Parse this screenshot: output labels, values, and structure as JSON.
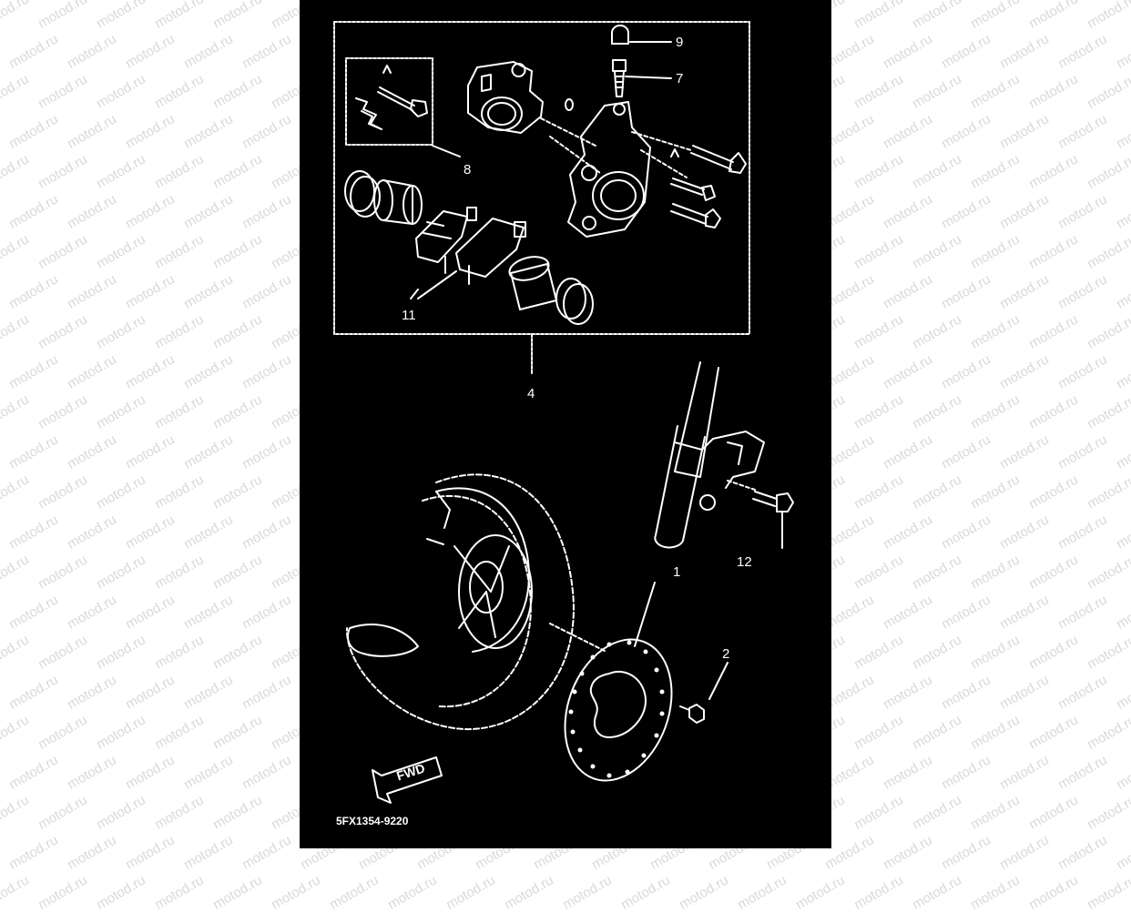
{
  "watermark": {
    "text": "motod.ru"
  },
  "callouts": {
    "p9": "9",
    "p7": "7",
    "p8": "8",
    "p11": "11",
    "p4": "4",
    "p12": "12",
    "p1": "1",
    "p2": "2"
  },
  "arrow_label": "FWD",
  "drawing_code": "5FX1354-9220",
  "colors": {
    "background": "#000000",
    "lines": "#ffffff",
    "page": "#ffffff",
    "watermark": "#d9d9d9"
  }
}
